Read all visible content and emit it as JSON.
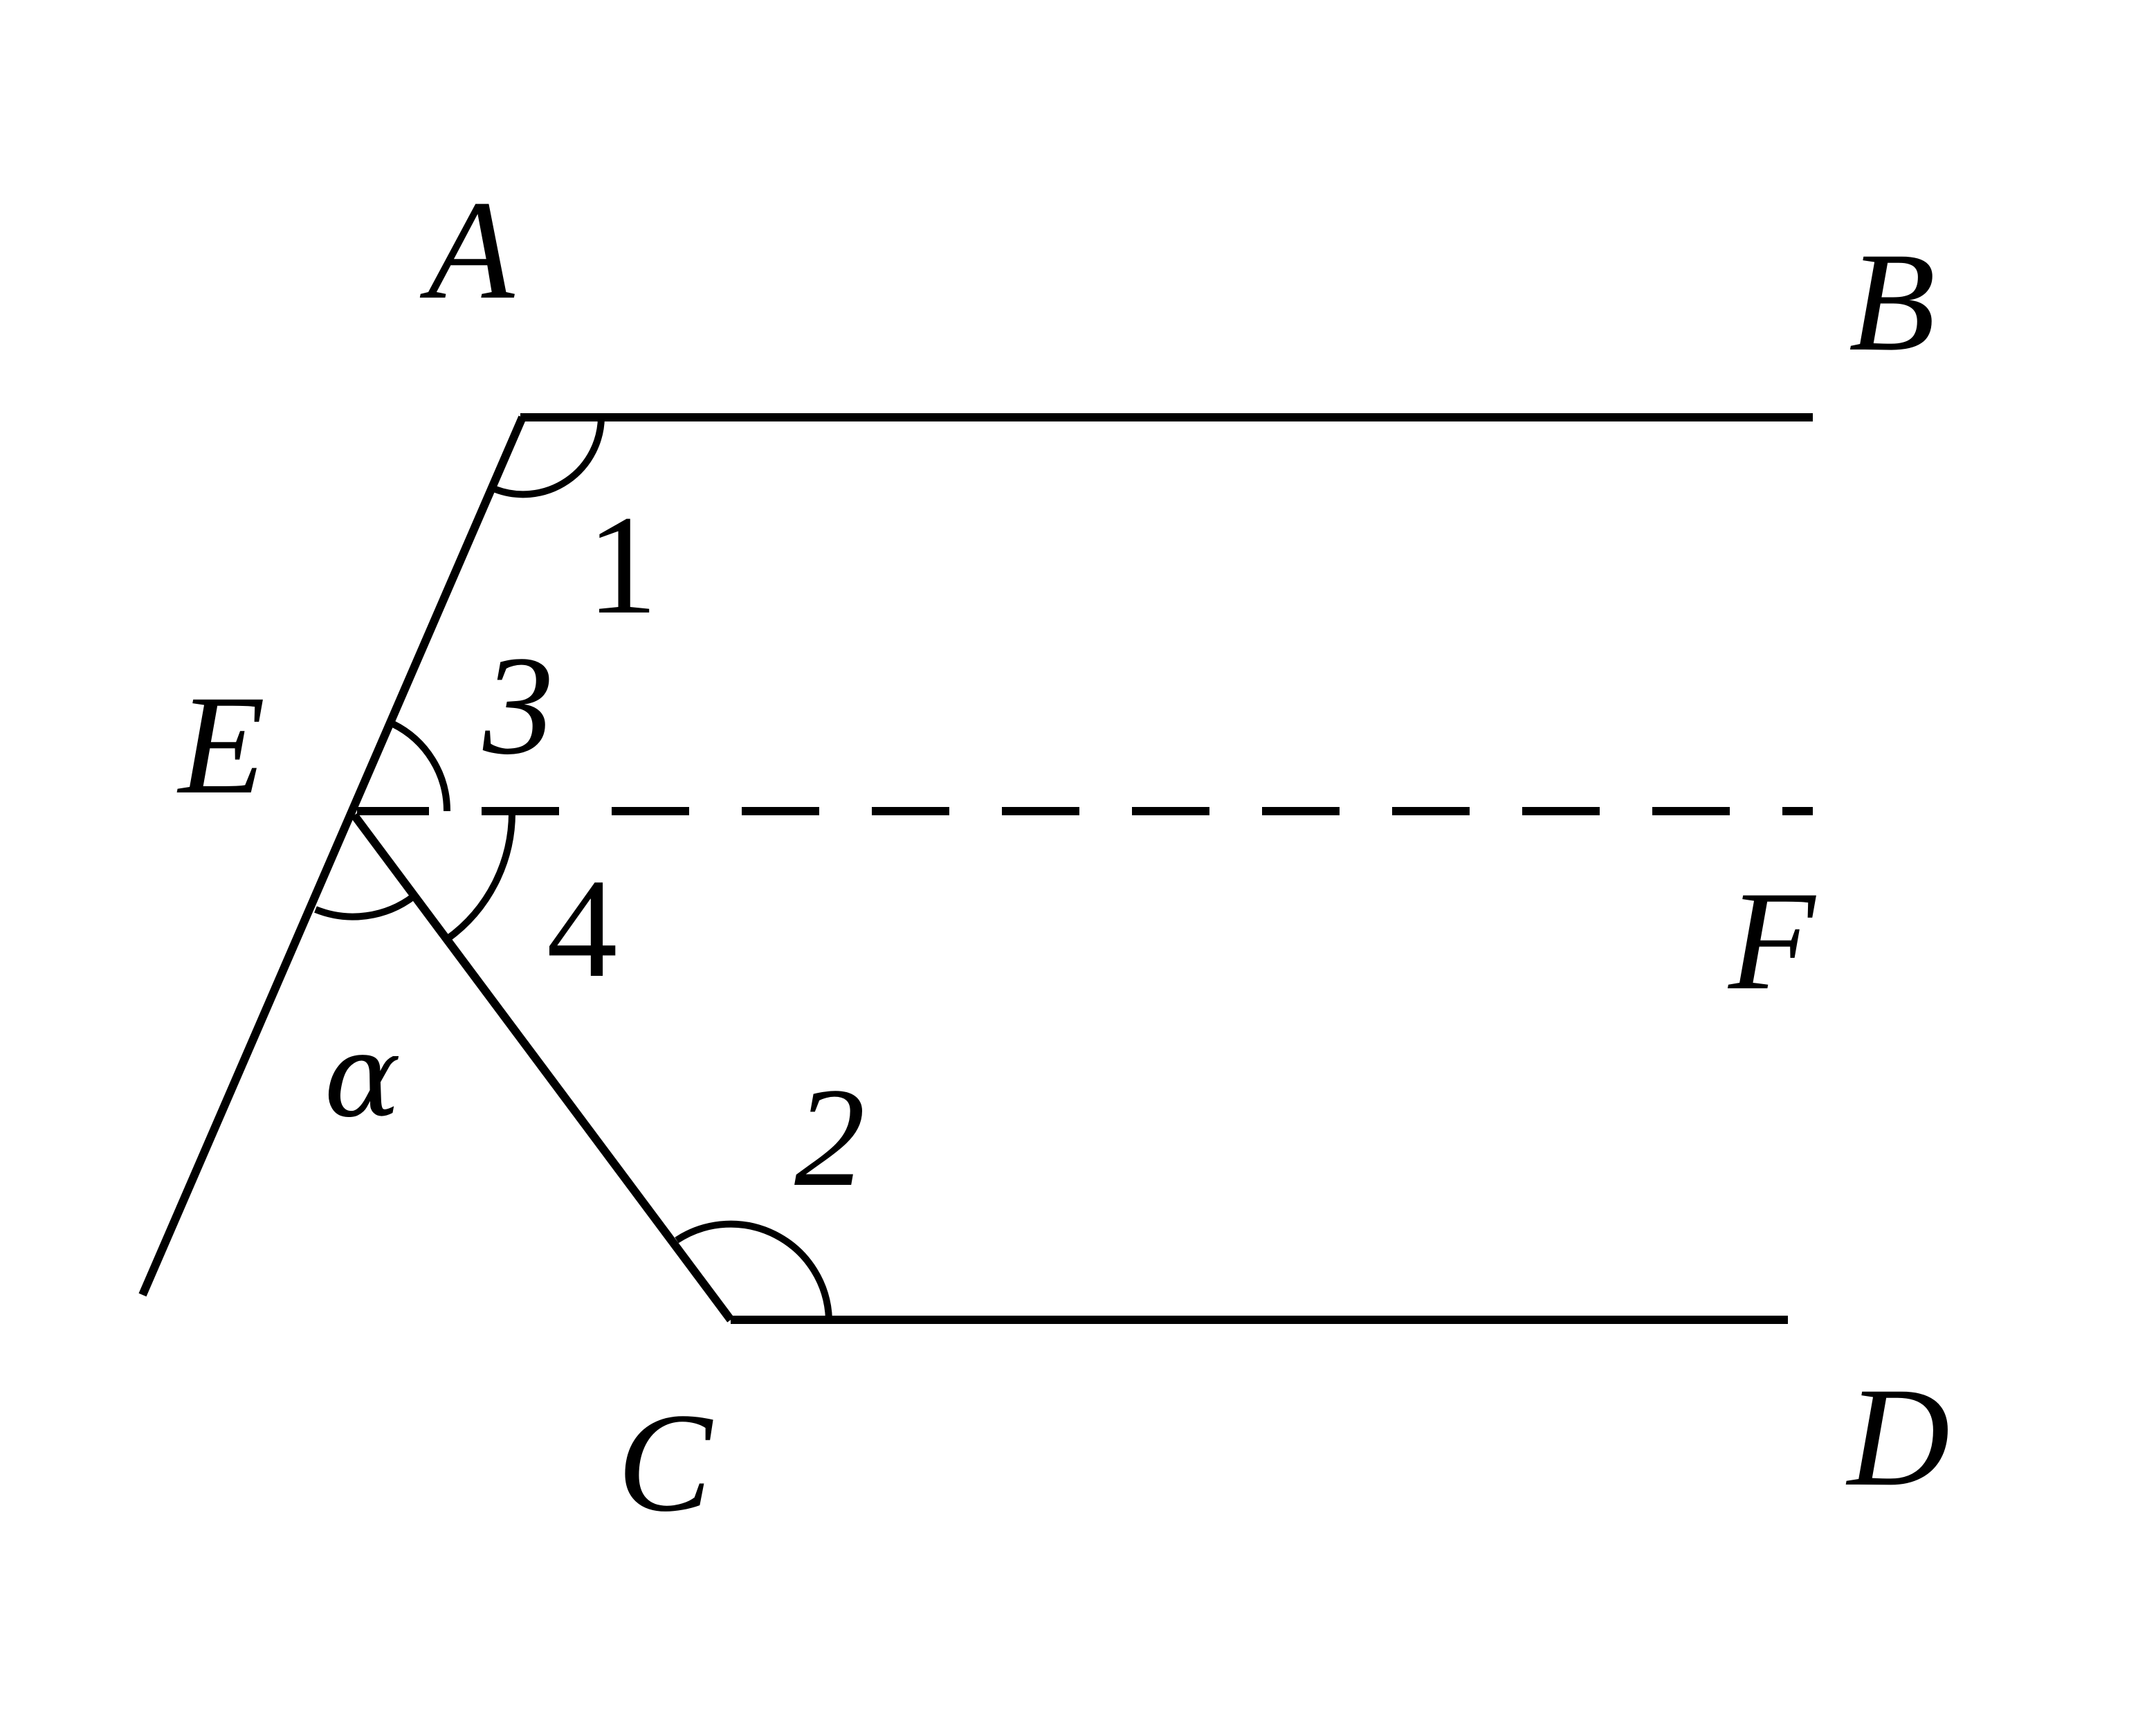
{
  "points": {
    "A": "A",
    "B": "B",
    "C": "C",
    "D": "D",
    "E": "E",
    "F": "F"
  },
  "angles": {
    "angle_1": "1",
    "angle_2": "2",
    "angle_3": "3",
    "angle_4": "4",
    "alpha": "α"
  },
  "colors": {
    "stroke": "#000000",
    "background": "#ffffff"
  }
}
